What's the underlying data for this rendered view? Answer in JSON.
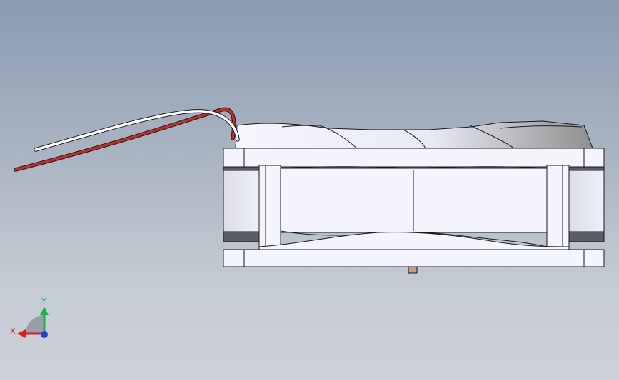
{
  "viewport": {
    "background_top": "#8a9bb1",
    "background_bottom": "#cdd2d8"
  },
  "model": {
    "body_color": "#f4f4fc",
    "shadow_color": "#c4c6d8",
    "outline_color": "#1a1a1a",
    "wires": [
      {
        "name": "red-wire",
        "color": "#c0302a"
      },
      {
        "name": "white-wire",
        "color": "#ffffff"
      }
    ]
  },
  "triad": {
    "x_label": "X",
    "y_label": "Y",
    "x_color": "#d92020",
    "y_color": "#19b24a",
    "z_color": "#2040d8"
  }
}
